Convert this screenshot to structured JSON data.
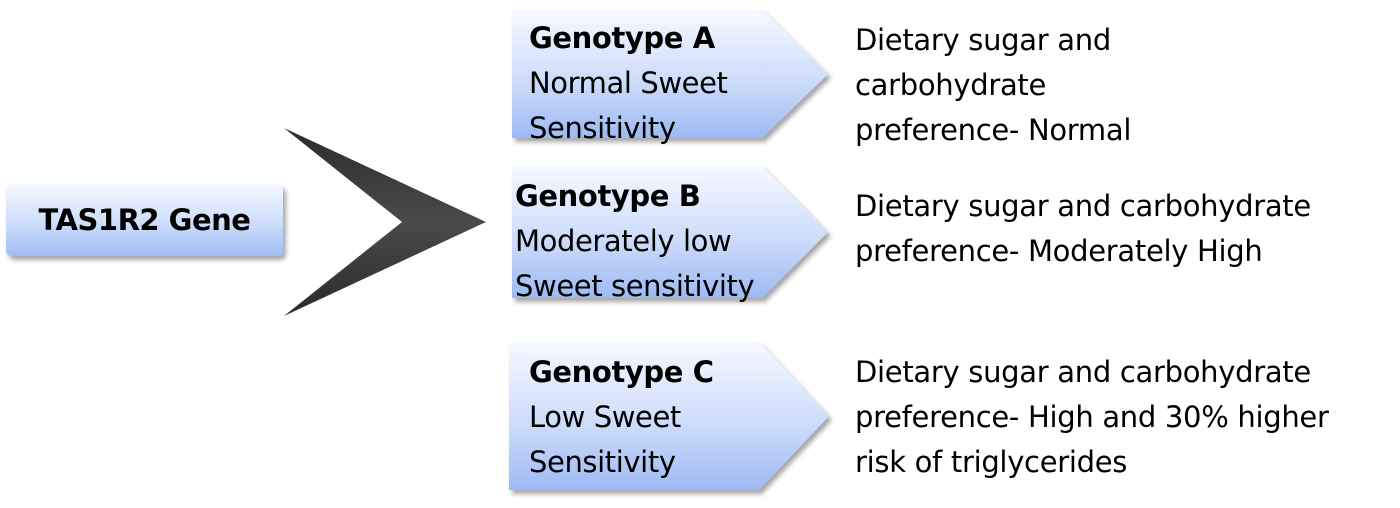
{
  "gene": {
    "label": "TAS1R2 Gene"
  },
  "colors": {
    "box_light": "#f6f9ff",
    "box_dark": "#9fbcf4",
    "chevron": "#3d3d3d"
  },
  "genotypes": [
    {
      "title": "Genotype A",
      "lines": [
        "Normal Sweet",
        "Sensitivity"
      ],
      "outcome": [
        "Dietary sugar and",
        "carbohydrate",
        "preference- Normal"
      ]
    },
    {
      "title": "Genotype B",
      "lines": [
        "Moderately low",
        "Sweet sensitivity"
      ],
      "outcome": [
        "Dietary sugar and carbohydrate",
        "preference- Moderately High"
      ]
    },
    {
      "title": "Genotype C",
      "lines": [
        "Low Sweet",
        "Sensitivity"
      ],
      "outcome": [
        "Dietary sugar and carbohydrate",
        "preference- High and 30% higher",
        "risk of triglycerides"
      ]
    }
  ]
}
